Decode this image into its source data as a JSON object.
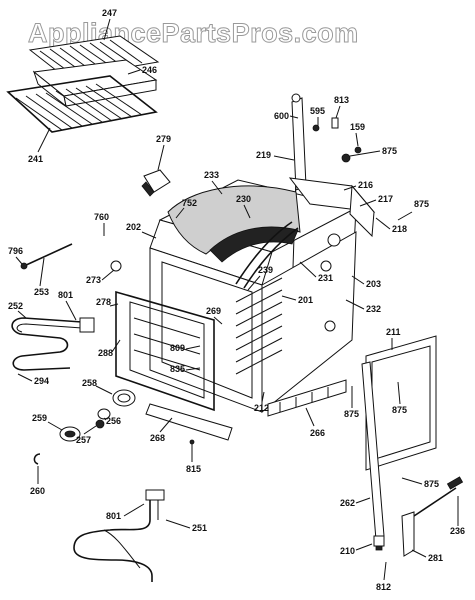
{
  "watermark": "AppliancePartsPros.com",
  "callouts": {
    "c247": "247",
    "c246": "246",
    "c241": "241",
    "c600": "600",
    "c595": "595",
    "c813": "813",
    "c159": "159",
    "c875a": "875",
    "c219": "219",
    "c216": "216",
    "c217": "217",
    "c875b": "875",
    "c218": "218",
    "c279": "279",
    "c233": "233",
    "c752": "752",
    "c230": "230",
    "c760": "760",
    "c202": "202",
    "c796": "796",
    "c273": "273",
    "c253": "253",
    "c239": "239",
    "c231": "231",
    "c203": "203",
    "c801a": "801",
    "c278": "278",
    "c252": "252",
    "c269": "269",
    "c201": "201",
    "c232": "232",
    "c288": "288",
    "c809": "809",
    "c835": "835",
    "c294": "294",
    "c211": "211",
    "c258": "258",
    "c875c": "875",
    "c875d": "875",
    "c212": "212",
    "c266": "266",
    "c259": "259",
    "c256": "256",
    "c268": "268",
    "c257": "257",
    "c815": "815",
    "c260": "260",
    "c875e": "875",
    "c262": "262",
    "c236": "236",
    "c801b": "801",
    "c251": "251",
    "c210": "210",
    "c281": "281",
    "c812": "812"
  }
}
